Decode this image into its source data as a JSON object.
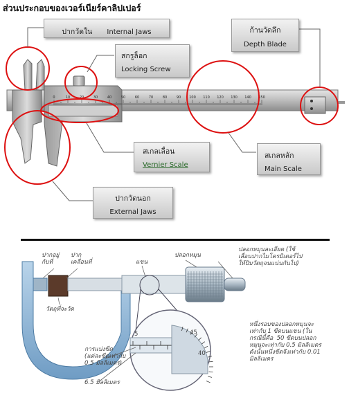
{
  "title": "ส่วนประกอบของเวอร์เนียร์คาลิปเปอร์",
  "caliper_labels": {
    "internal_jaws": {
      "th": "ปากวัดใน",
      "en": "Internal Jaws"
    },
    "locking_screw": {
      "th": "สกรูล็อก",
      "en": "Locking Screw"
    },
    "depth_blade": {
      "th": "ก้านวัดลึก",
      "en": "Depth Blade"
    },
    "vernier_scale": {
      "th": "สเกลเลื่อน",
      "en": "Vernier  Scale"
    },
    "main_scale": {
      "th": "สเกลหลัก",
      "en": "Main Scale"
    },
    "external_jaws": {
      "th": "ปากวัดนอก",
      "en": "External Jaws"
    }
  },
  "main_scale_ticks": [
    "0",
    "10",
    "20",
    "30",
    "40",
    "50",
    "60",
    "70",
    "80",
    "90",
    "100",
    "110",
    "120",
    "130",
    "140",
    "150"
  ],
  "micrometer_labels": {
    "anvil": "ปากอยู่\nกับที่",
    "spindle": "ปาก\nเคลื่อนที่",
    "sleeve": "แขน",
    "thimble": "ปลอกหมุน",
    "ratchet": "ปลอกหมุนละเอียด (ใช้\nเลื่อนปากไมโครมิเตอร์ไป\nให้ปิบวัตถุจนแน่นกันไป)",
    "object": "วัตถุที่จะวัด",
    "division": "การแบ่งขีด\n(แต่ละขีดเท่ากับ\n0.5 มิลลิเมตร)",
    "reading": "6.5 มิลลิเมตร",
    "explain": "หนึ่งรอบของปลอกหมุนจะ\nเท่ากับ 1 ขีดบนแขน (ใน\nกรณีนี้คือ  50 ขีดบนปลอก\nหมุนจะเท่ากับ 0.5 มิลลิเมตร\nดังนั้นหนึ่งขีดจึงเท่ากับ 0.01\nมิลลิเมตร"
  },
  "zoom_numbers": {
    "sleeve_5": "5",
    "thimble_45": "45",
    "thimble_40": "40"
  }
}
